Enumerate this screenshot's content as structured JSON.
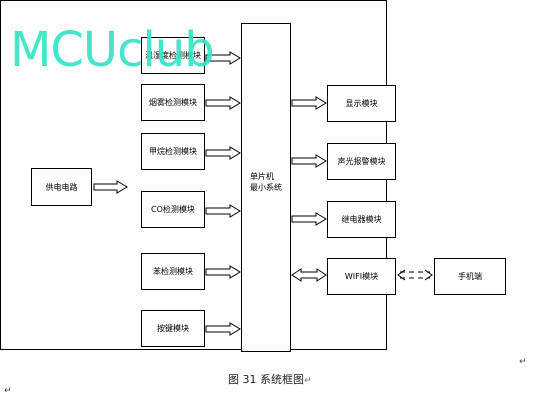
{
  "watermark": "MCUclub",
  "power_module": "供电电路",
  "input_modules": [
    "温湿度检测模块",
    "烟雾检测模块",
    "甲烷检测模块",
    "CO检测模块",
    "苯检测模块",
    "按键模块"
  ],
  "mcu": {
    "line1": "单片机",
    "line2": "最小系统"
  },
  "output_modules": [
    "显示模块",
    "声光报警模块",
    "继电器模块",
    "WIFI模块"
  ],
  "phone": "手机端",
  "caption": "图 31 系统框图",
  "paragraph_mark": "↵"
}
